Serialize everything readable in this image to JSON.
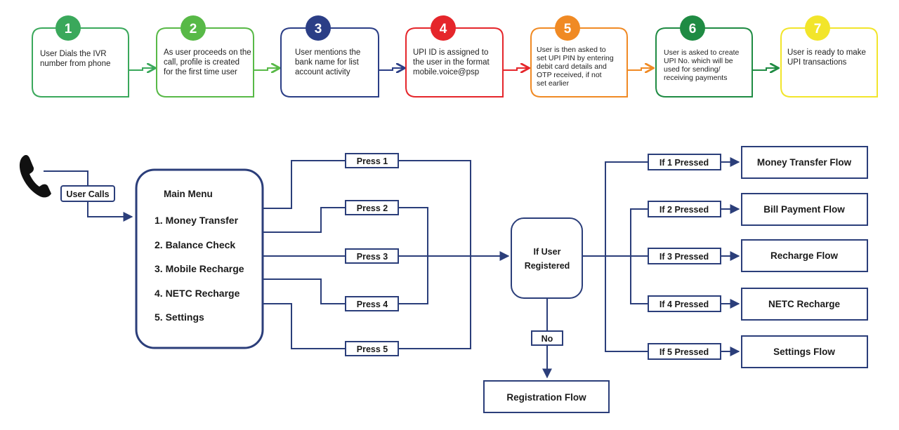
{
  "steps": [
    {
      "number": "1",
      "color": "#3aa85b",
      "lines": [
        "User Dials the IVR",
        "number from phone"
      ]
    },
    {
      "number": "2",
      "color": "#58b947",
      "lines": [
        "As user proceeds on the",
        "call, profile is created",
        "for the first time user"
      ]
    },
    {
      "number": "3",
      "color": "#2b3e86",
      "lines": [
        "User mentions the",
        "bank name for list",
        "account activity"
      ]
    },
    {
      "number": "4",
      "color": "#e5262b",
      "lines": [
        "UPI ID is assigned to",
        "the user in the format",
        "mobile.voice@psp"
      ]
    },
    {
      "number": "5",
      "color": "#f08a24",
      "lines": [
        "User is then asked to",
        "set UPI PIN by entering",
        "debit card details and",
        "OTP received, if not",
        "set earlier"
      ]
    },
    {
      "number": "6",
      "color": "#1f8b43",
      "lines": [
        "User is asked to create",
        "UPI No. which will be",
        "used for sending/",
        "receiving payments"
      ]
    },
    {
      "number": "7",
      "color": "#f2e52b",
      "lines": [
        "User is ready to make",
        "UPI transactions"
      ]
    }
  ],
  "flow": {
    "phone_icon": "phone-icon",
    "line_color": "#2b3e7a",
    "user_calls": "User Calls",
    "main_menu": {
      "title": "Main Menu",
      "items": [
        "1. Money Transfer",
        "2. Balance Check",
        "3. Mobile Recharge",
        "4. NETC Recharge",
        "5. Settings"
      ]
    },
    "press": [
      "Press 1",
      "Press 2",
      "Press 3",
      "Press 4",
      "Press 5"
    ],
    "decision": [
      "If User",
      "Registered"
    ],
    "no_label": "No",
    "registration": "Registration Flow",
    "if_pressed": [
      "If 1 Pressed",
      "If 2 Pressed",
      "If 3 Pressed",
      "If 4 Pressed",
      "If 5 Pressed"
    ],
    "outcomes": [
      "Money Transfer Flow",
      "Bill Payment Flow",
      "Recharge Flow",
      "NETC Recharge",
      "Settings Flow"
    ]
  }
}
